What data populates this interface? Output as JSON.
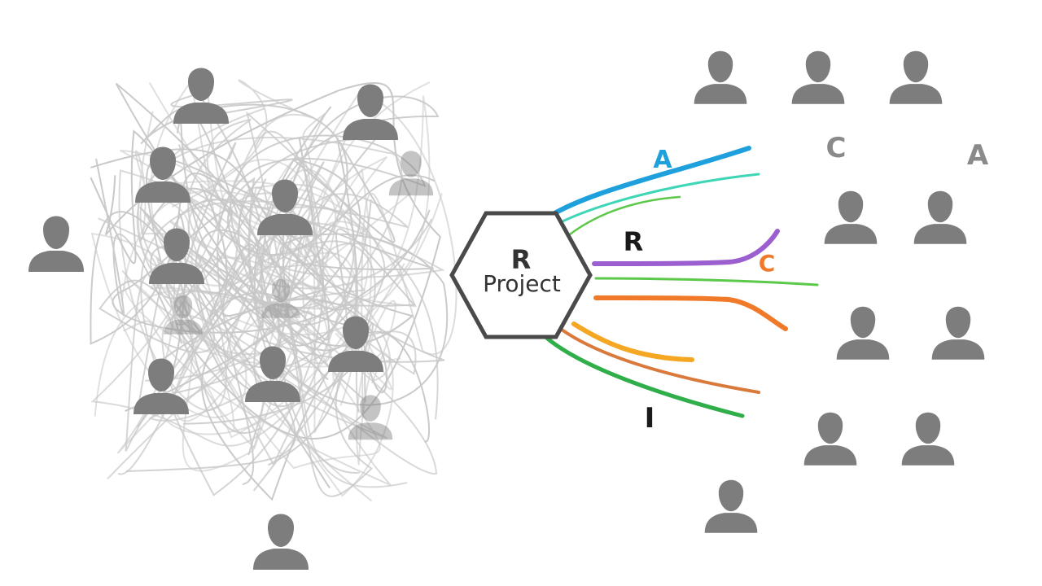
{
  "hub": {
    "letter": "R",
    "label": "Project"
  },
  "roles": {
    "a_blue": "A",
    "r_black": "R",
    "c_orange": "C",
    "i_black": "I",
    "c_gray": "C",
    "a_gray": "A"
  },
  "colors": {
    "tangle": "#c8c8c8",
    "person": "#7d7d7d",
    "hub_border": "#4a4a4a",
    "blue": "#1ea0dc",
    "teal": "#3fd6b8",
    "green_light": "#5cc84a",
    "purple": "#9b5fd0",
    "orange": "#f07a2a",
    "yellow_orange": "#f5a623",
    "brown_orange": "#d97a3c",
    "green": "#2fae4a",
    "gray_letter": "#8a8a8a"
  }
}
